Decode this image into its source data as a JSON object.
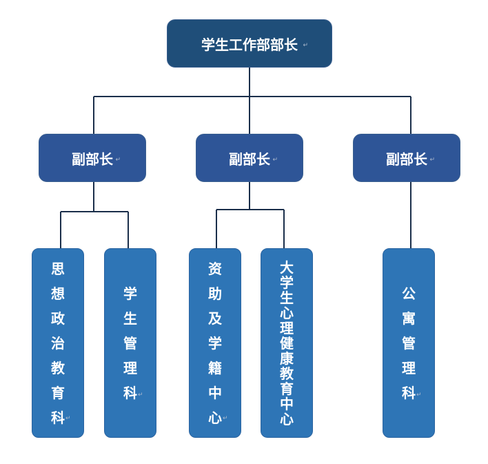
{
  "colors": {
    "top": "#1f4e79",
    "middle": "#2e5597",
    "leaf": "#2e75b6",
    "line": "#1a2e4a"
  },
  "head": {
    "title": "学生工作部部长"
  },
  "deputies": [
    {
      "title": "副部长"
    },
    {
      "title": "副部长"
    },
    {
      "title": "副部长"
    }
  ],
  "units": [
    {
      "label": "思\n想\n政\n治\n教\n育\n科"
    },
    {
      "label": "学\n生\n管\n理\n科"
    },
    {
      "label": "资\n助\n及\n学\n籍\n中\n心"
    },
    {
      "label": "大\n学\n生\n心\n理\n健\n康\n教\n育\n中\n心"
    },
    {
      "label": "公\n寓\n管\n理\n科"
    }
  ]
}
